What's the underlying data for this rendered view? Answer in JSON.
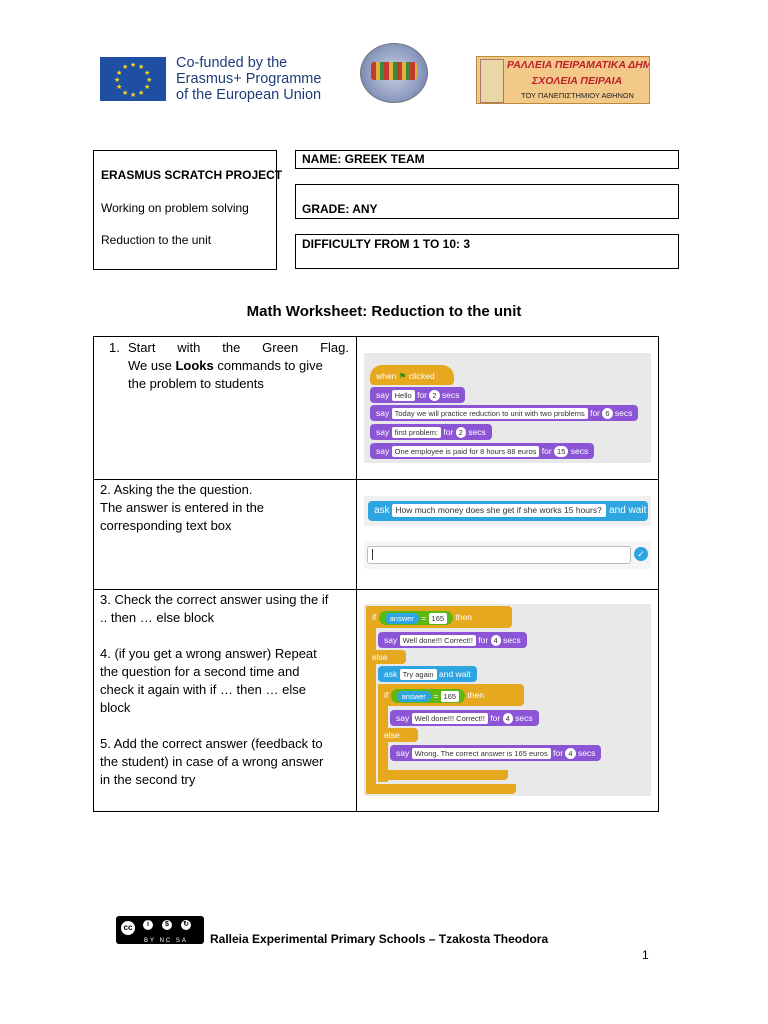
{
  "header": {
    "eu_line1": "Co-funded by the",
    "eu_line2": "Erasmus+ Programme",
    "eu_line3": "of the European Union",
    "school_line1": "ΡΑΛΛΕΙΑ ΠΕΙΡΑΜΑΤΙΚΑ ΔΗΜΟΤΙΚΑ",
    "school_line2": "ΣΧΟΛΕΙΑ ΠΕΙΡΑΙΑ",
    "school_line3": "ΤΟΥ ΠΑΝΕΠΙΣΤΗΜΙΟΥ ΑΘΗΝΩΝ"
  },
  "info": {
    "project": "ERASMUS SCRATCH PROJECT",
    "topic1": "Working on problem solving",
    "topic2": "Reduction to the unit",
    "name": "NAME: GREEK TEAM",
    "grade": "GRADE: ANY",
    "difficulty": "DIFFICULTY FROM 1 TO 10:    3"
  },
  "title": "Math Worksheet: Reduction to the unit",
  "rows": {
    "r1": {
      "num": "1.",
      "line1": "Start with the Green Flag.",
      "line2a": "We use ",
      "line2b": "Looks",
      "line2c": " commands to give",
      "line3": "the problem to students"
    },
    "r2": {
      "line1": "2.  Asking the the question.",
      "line2": "The answer is entered in the",
      "line3": "corresponding text box"
    },
    "r3": {
      "p1a": "3. Check the correct answer using the if",
      "p1b": ".. then … else block",
      "p2a": "4. (if you get a wrong answer) Repeat",
      "p2b": "the question for  a second time and",
      "p2c": "check it again with if … then … else",
      "p2d": "block",
      "p3a": "5. Add the correct answer (feedback to",
      "p3b": "the student) in case of a wrong answer",
      "p3c": "in the second try"
    }
  },
  "scratch1": {
    "when": "when",
    "clicked": "clicked",
    "say": "say",
    "for": "for",
    "secs": "secs",
    "t1": "Hello",
    "n1": "2",
    "t2": "Today we will practice reduction to unit with two problems",
    "n2": "6",
    "t3": "first problem:",
    "n3": "2",
    "t4": "One employee is paid for 8 hours 88 euros",
    "n4": "15"
  },
  "scratch2": {
    "ask": "ask",
    "question": "How much money does she get if she works 15 hours?",
    "and_wait": "and wait"
  },
  "scratch3": {
    "if": "if",
    "answer": "answer",
    "eq": "=",
    "value": "165",
    "then": "then",
    "else": "else",
    "say": "say",
    "for": "for",
    "secs": "secs",
    "correct": "Well done!!! Correct!!",
    "n": "4",
    "ask": "ask",
    "try_again": "Try again",
    "and_wait": "and wait",
    "wrong": "Wrong. The correct answer is 165 euros"
  },
  "footer": {
    "text": "Ralleia Experimental Primary Schools – Tzakosta Theodora",
    "cc_labels": "BY NC SA",
    "page": "1"
  }
}
